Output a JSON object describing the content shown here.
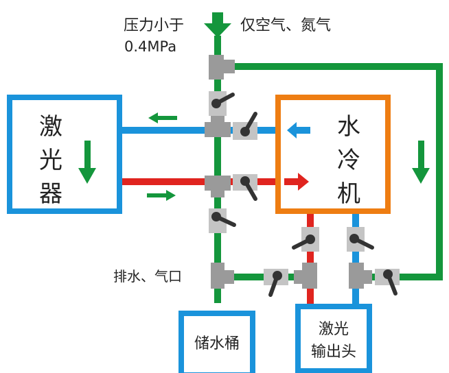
{
  "labels": {
    "pressure_line1": "压力小于",
    "pressure_line2": "0.4MPa",
    "gas_type": "仅空气、氮气",
    "drain": "排水、气口"
  },
  "laser": {
    "chars": [
      "激",
      "光",
      "器"
    ]
  },
  "chiller": {
    "chars": [
      "水",
      "冷",
      "机"
    ]
  },
  "tank": {
    "label": "储水桶"
  },
  "output_head": {
    "line1": "激光",
    "line2": "输出头"
  },
  "colors": {
    "green": "#14963c",
    "blue": "#1a93db",
    "red": "#e0241f",
    "orange": "#ee7d12",
    "valve_body": "#c4c4c4",
    "tee": "#9a9a9a",
    "handle": "#333333"
  }
}
